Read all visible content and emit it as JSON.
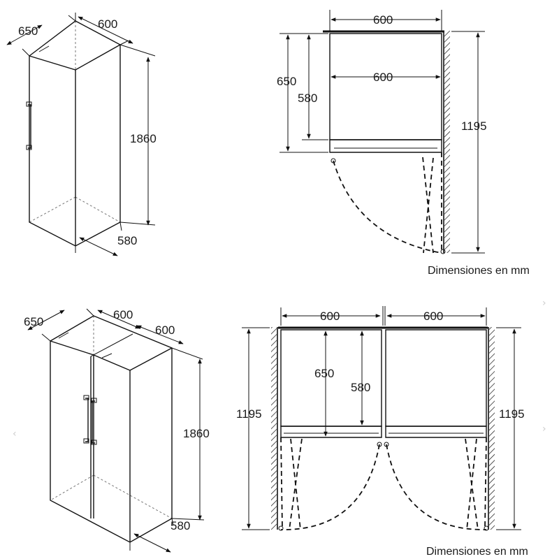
{
  "units_caption": "Dimensiones en mm",
  "single": {
    "iso": {
      "depth_door": "650",
      "width": "600",
      "height": "1860",
      "depth": "580"
    },
    "plan": {
      "width_top": "600",
      "width_inner": "600",
      "depth_door": "650",
      "depth": "580",
      "door_open": "1195"
    }
  },
  "double": {
    "iso": {
      "depth_door": "650",
      "width_a": "600",
      "width_b": "600",
      "height": "1860",
      "depth": "580"
    },
    "plan": {
      "width_a": "600",
      "width_b": "600",
      "depth_door": "650",
      "depth": "580",
      "door_open_left": "1195",
      "door_open_right": "1195"
    }
  },
  "nav": {
    "prev": "‹",
    "next": "›"
  }
}
